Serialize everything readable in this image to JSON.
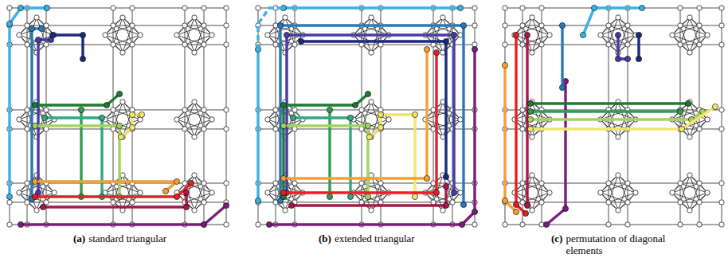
{
  "diagram": {
    "labels": [
      "(a)",
      "standard triangular",
      "(b)",
      "extended triangular",
      "(c)",
      "permutation of diagonal elements"
    ]
  }
}
